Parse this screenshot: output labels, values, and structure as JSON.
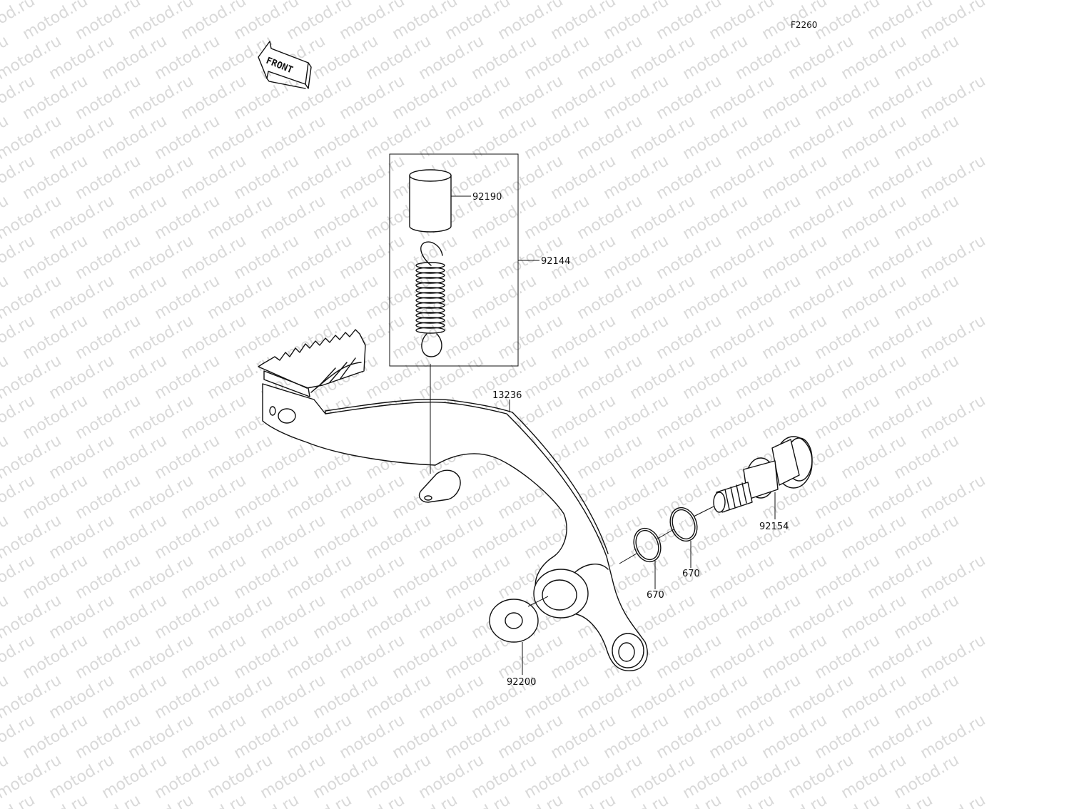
{
  "figure_code": "F2260",
  "front_indicator": "FRONT",
  "watermark": "motod.ru",
  "parts": {
    "p92190": "92190",
    "p92144": "92144",
    "p13236": "13236",
    "p92154": "92154",
    "p670a": "670",
    "p670b": "670",
    "p92200": "92200"
  }
}
